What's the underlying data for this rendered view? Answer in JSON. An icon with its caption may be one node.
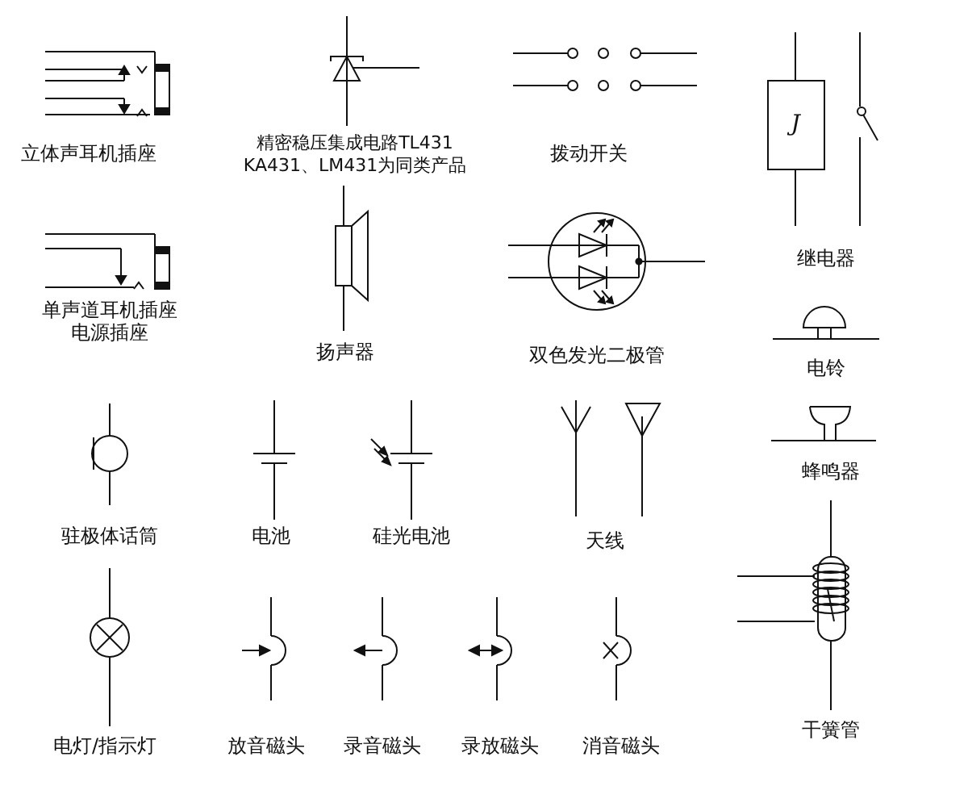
{
  "diagram": {
    "labels": [
      "立体声耳机插座",
      "精密稳压集成电路TL431 KA431、LM431为同类产品",
      "拨动开关",
      "J",
      "继电器",
      "单声道耳机插座",
      "电源插座",
      "扬声器",
      "双色发光二极管",
      "电铃",
      "蜂鸣器",
      "驻极体话筒",
      "电池",
      "硅光电池",
      "天线",
      "电灯/指示灯",
      "放音磁头",
      "录音磁头",
      "录放磁头",
      "消音磁头",
      "干簧管"
    ]
  }
}
